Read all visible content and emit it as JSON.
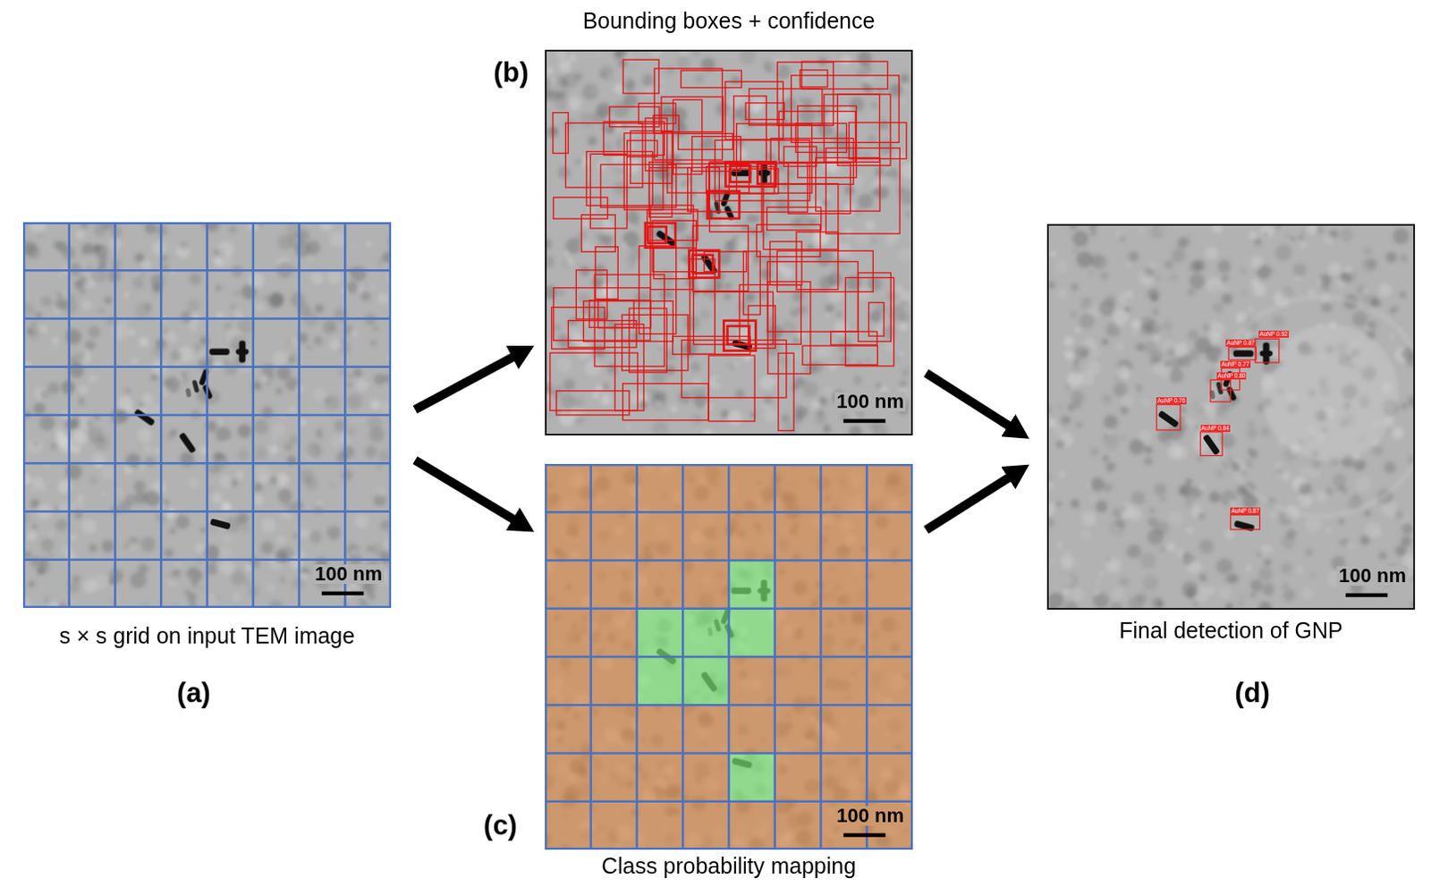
{
  "diagram": {
    "nodes": [
      {
        "text": [
          "s × s grid on input TEM image",
          "100 nm"
        ]
      },
      {
        "text": [
          "Bounding boxes + confidence",
          "100 nm"
        ]
      },
      {
        "text": [
          "Class probability mapping",
          "100 nm"
        ]
      },
      {
        "text": [
          "Final detection of GNP",
          "100 nm"
        ]
      }
    ],
    "edges": [
      {
        "from": 0,
        "to": 1,
        "arrow": "to"
      },
      {
        "from": 0,
        "to": 2,
        "arrow": "to"
      },
      {
        "from": 1,
        "to": 3,
        "arrow": "to"
      },
      {
        "from": 2,
        "to": 3,
        "arrow": "to"
      }
    ],
    "labels": [
      "(a)",
      "(b)",
      "(c)",
      "(d)",
      "AuNP 0.92",
      "AuNP 0.87",
      "AuNP 0.77",
      "AuNP 0.80",
      "AuNP 0.76",
      "AuNP 0.84",
      "AuNP 0.87"
    ]
  }
}
